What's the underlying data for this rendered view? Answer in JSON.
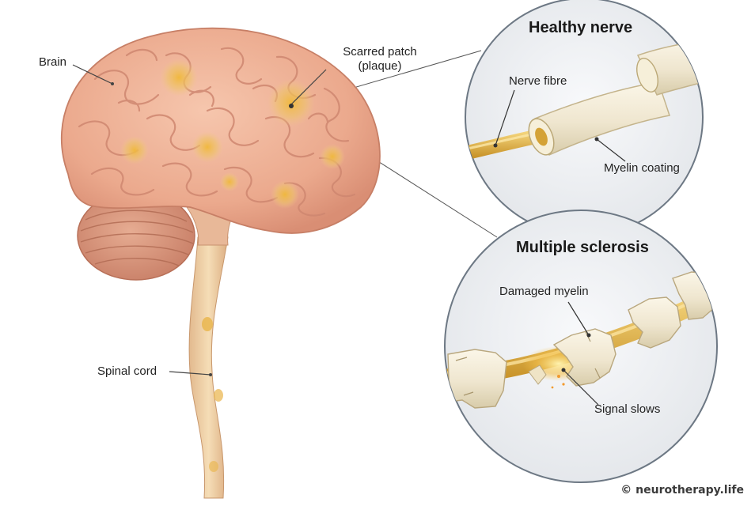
{
  "labels": {
    "brain": "Brain",
    "plaque": "Scarred patch (plaque)",
    "plaque_line1": "Scarred patch",
    "plaque_line2": "(plaque)",
    "spinal_cord": "Spinal cord"
  },
  "healthy": {
    "title": "Healthy nerve",
    "fibre": "Nerve fibre",
    "myelin": "Myelin coating"
  },
  "ms": {
    "title": "Multiple sclerosis",
    "damaged": "Damaged myelin",
    "signal": "Signal slows"
  },
  "credit": "© neurotherapy.life",
  "colors": {
    "brain": "#f0b49a",
    "brain_fold": "#d98f78",
    "plaque": "#e8b23a",
    "myelin": "#f1ead6",
    "fibre": "#d9a93a",
    "circle_bg": "#eef0f3"
  }
}
